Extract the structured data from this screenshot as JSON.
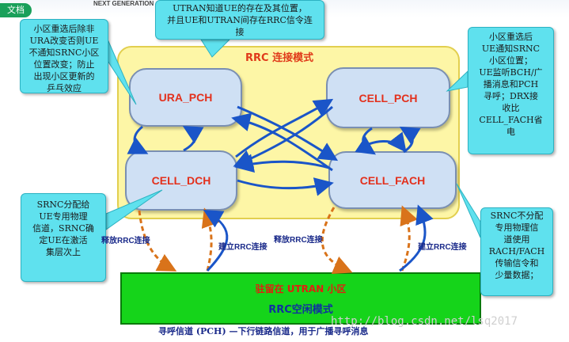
{
  "header": {
    "tag": "文档",
    "brand_text": "NEXT GENERATION"
  },
  "rrc_connected": {
    "title": "RRC 连接模式"
  },
  "states": {
    "ura_pch": "URA_PCH",
    "cell_pch": "CELL_PCH",
    "cell_dch": "CELL_DCH",
    "cell_fach": "CELL_FACH"
  },
  "idle": {
    "line1": "驻留在 UTRAN 小区",
    "line2": "RRC空闲模式"
  },
  "callouts": {
    "top": "UTRAN知道UE的存在及其位置，\n并且UE和UTRAN间存在RRC信令连\n接",
    "left_top": "小区重选后除非\nURA改变否则UE\n不通知SRNC小区\n位置改变；防止\n出现小区更新的\n乒乓效应",
    "right_top": "小区重选后\nUE通知SRNC\n小区位置；\nUE监听BCH/广\n播消息和PCH\n寻呼；DRX接\n收比\nCELL_FACH省\n电",
    "left_bottom": "SRNC分配给\nUE专用物理\n信道，SRNC确\n定UE在激活\n集层次上",
    "right_bottom": "SRNC不分配\n专用物理信\n道使用\nRACH/FACH\n传输信令和\n少量数据；"
  },
  "transitions": {
    "release_left": "释放RRC连接",
    "establish_left": "建立RRC连接",
    "release_right": "释放RRC连接",
    "establish_right": "建立RRC连接"
  },
  "bottom_note": "寻呼信道 (PCH) —下行链路信道，用于广播寻呼消息",
  "watermark": "http://blog.csdn.net/lsq2017",
  "colors": {
    "rrc_fill": "#fdf6a6",
    "state_fill": "#cfe0f4",
    "state_text": "#e3301c",
    "idle_fill": "#15d41a",
    "callout_fill": "#5fe1ee",
    "arrow_blue": "#1a55c8",
    "arrow_orange": "#d9731a"
  }
}
